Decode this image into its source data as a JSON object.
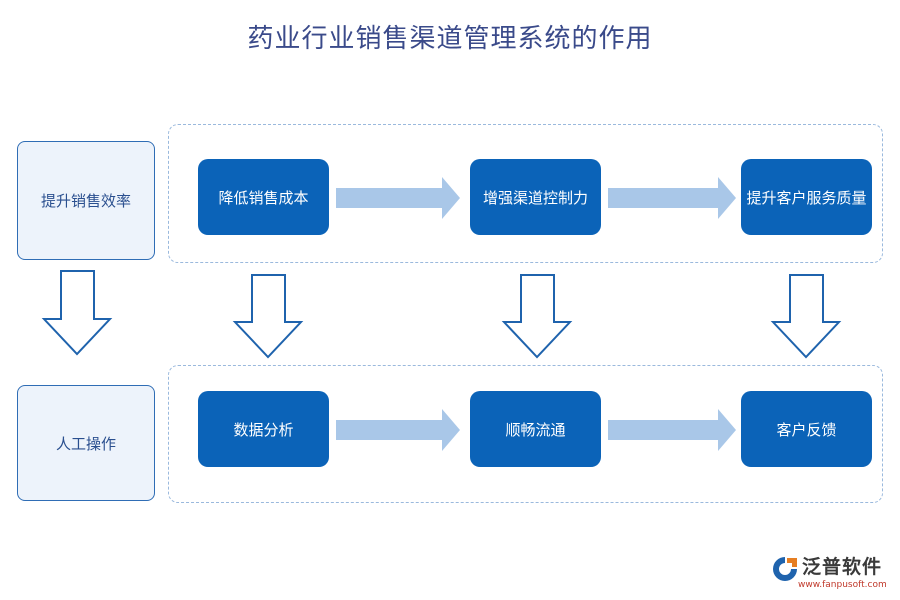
{
  "title": "药业行业销售渠道管理系统的作用",
  "side": {
    "top": "提升销售效率",
    "bottom": "人工操作"
  },
  "row1": [
    "降低销售成本",
    "增强渠道控制力",
    "提升客户服务质量"
  ],
  "row2": [
    "数据分析",
    "顺畅流通",
    "客户反馈"
  ],
  "logo": {
    "name": "泛普软件",
    "url": "www.fanpusoft.com"
  },
  "colors": {
    "node": "#0b63b8",
    "arrow_fill": "#a9c7e8",
    "arrow_outline": "#1f63ad"
  }
}
